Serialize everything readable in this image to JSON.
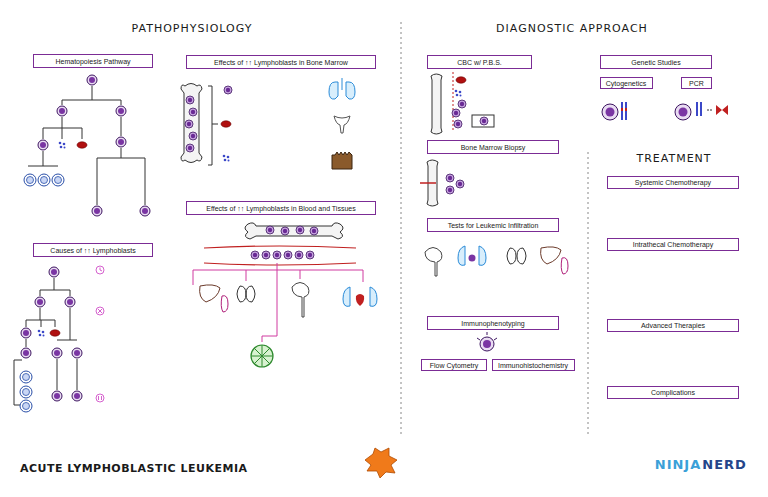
{
  "diagram": {
    "title": "ACUTE LYMPHOBLASTIC LEUKEMIA",
    "nodes": [
      {
        "text": [
          "Hematopoiesis Pathway"
        ]
      },
      {
        "text": [
          "Effects of ↑↑ Lymphoblasts in Bone Marrow"
        ]
      },
      {
        "text": [
          "Effects of ↑↑ Lymphoblasts in Blood and Tissues"
        ]
      },
      {
        "text": [
          "Causes of ↑↑ Lymphoblasts"
        ]
      },
      {
        "text": [
          "CBC w/ P.B.S."
        ]
      },
      {
        "text": [
          "Genetic Studies"
        ]
      },
      {
        "text": [
          "Cytogenetics"
        ]
      },
      {
        "text": [
          "PCR"
        ]
      },
      {
        "text": [
          "Bone Marrow Biopsy"
        ]
      },
      {
        "text": [
          "Tests for Leukemic Infiltration"
        ]
      },
      {
        "text": [
          "Immunophenotyping"
        ]
      },
      {
        "text": [
          "Flow Cytometry"
        ]
      },
      {
        "text": [
          "Immunohistochemistry"
        ]
      },
      {
        "text": [
          "Systemic Chemotherapy"
        ]
      },
      {
        "text": [
          "Intrathecal Chemotherapy"
        ]
      },
      {
        "text": [
          "Advanced Therapies"
        ]
      },
      {
        "text": [
          "Complications"
        ]
      }
    ],
    "labels": [
      "PATHOPHYSIOLOGY",
      "DIAGNOSTIC APPROACH",
      "TREATMENT",
      "NINJA",
      "NERD"
    ]
  }
}
